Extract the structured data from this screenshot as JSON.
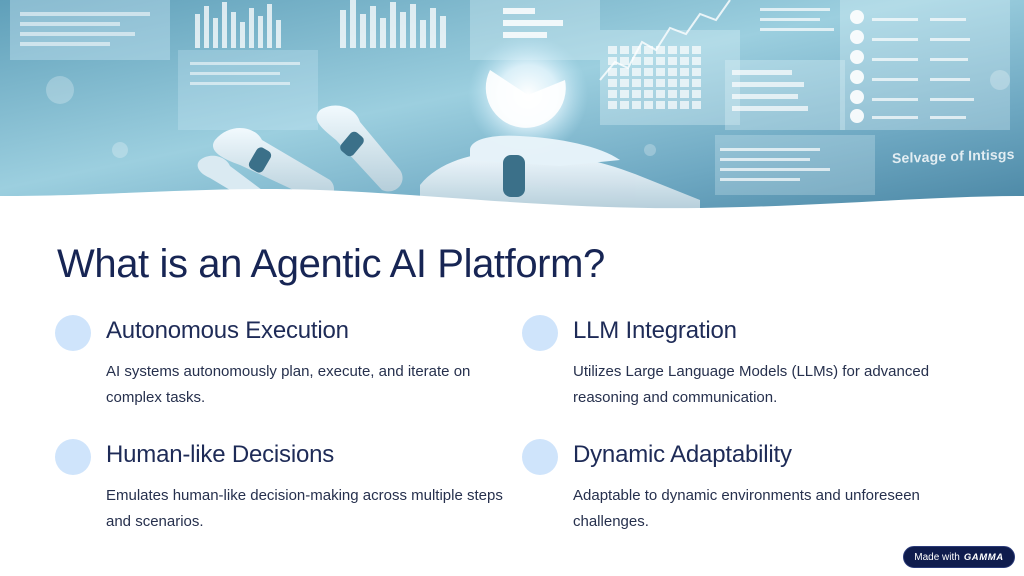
{
  "hero": {
    "caption": "Selvage of Intisgs"
  },
  "title": "What is an Agentic AI Platform?",
  "features": [
    {
      "heading": "Autonomous Execution",
      "description": "AI systems autonomously plan, execute, and iterate on complex tasks."
    },
    {
      "heading": "LLM Integration",
      "description": "Utilizes Large Language Models (LLMs) for advanced reasoning and communication."
    },
    {
      "heading": "Human-like Decisions",
      "description": "Emulates human-like decision-making across multiple steps and scenarios."
    },
    {
      "heading": "Dynamic Adaptability",
      "description": "Adaptable to dynamic environments and unforeseen challenges."
    }
  ],
  "badge": {
    "prefix": "Made with",
    "brand": "GAMMA"
  },
  "colors": {
    "title": "#172554",
    "bullet": "#cfe4fb",
    "badge_bg": "#0f1c4d",
    "hero_base": "#7fb6cc"
  },
  "icons": {
    "hero": "robot-hand-hologram-image",
    "bullet": "circle-bullet-icon"
  }
}
